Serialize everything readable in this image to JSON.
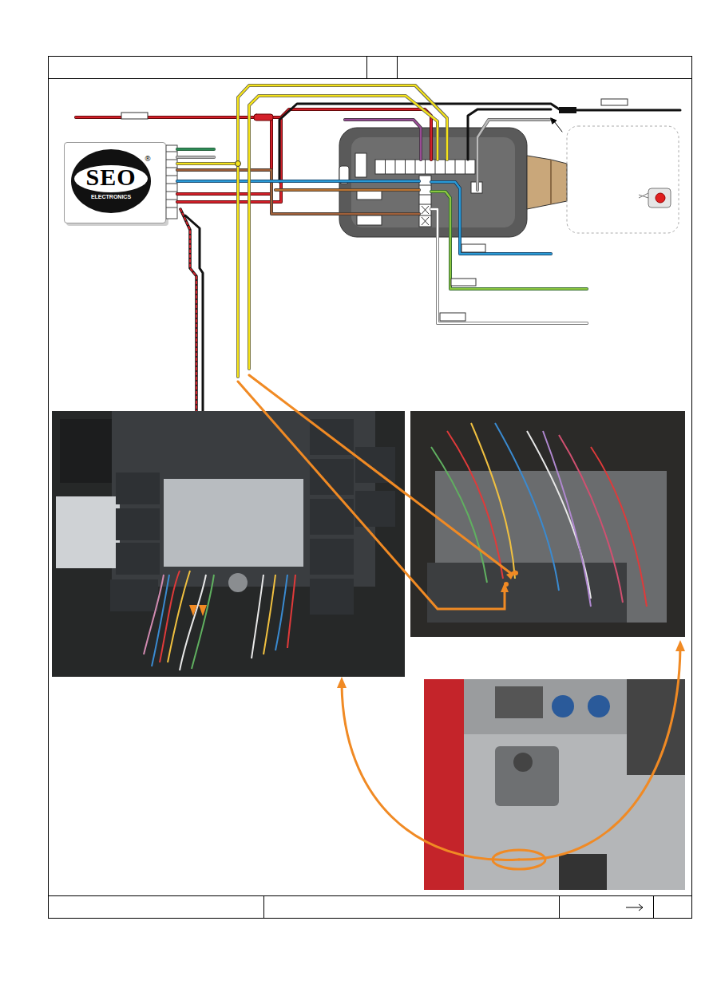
{
  "diagram": {
    "nodes": [
      {
        "text": [
          "®",
          "SEO",
          "ELECTRONICS"
        ]
      }
    ]
  }
}
